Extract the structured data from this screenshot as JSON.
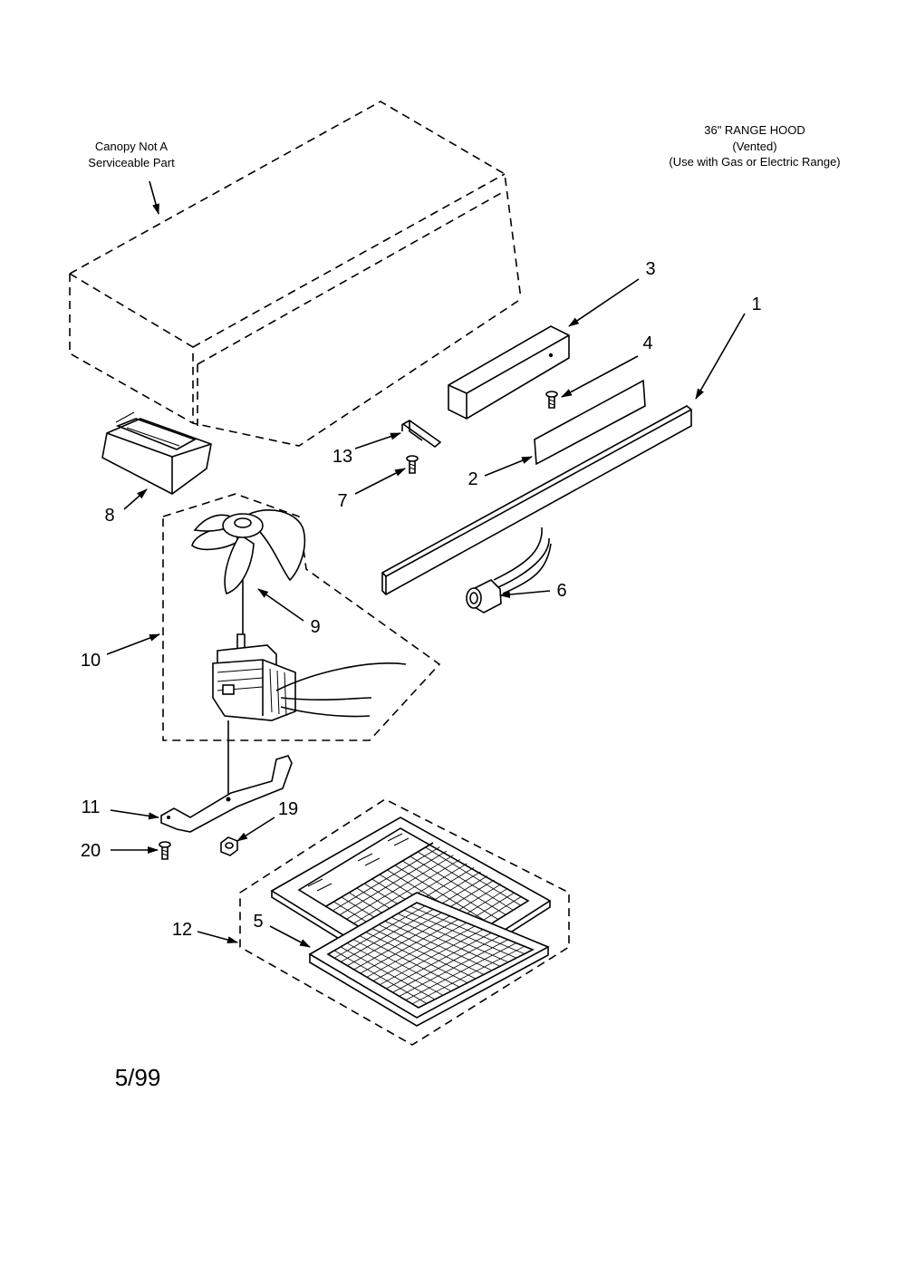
{
  "canopy_note": {
    "line1": "Canopy Not A",
    "line2": "Serviceable Part"
  },
  "title": {
    "line1": "36\" RANGE HOOD",
    "line2": "(Vented)",
    "line3": "(Use with Gas or Electric Range)"
  },
  "callouts": {
    "c1": "1",
    "c2": "2",
    "c3": "3",
    "c4": "4",
    "c5": "5",
    "c6": "6",
    "c7": "7",
    "c8": "8",
    "c9": "9",
    "c10": "10",
    "c11": "11",
    "c12": "12",
    "c13": "13",
    "c19": "19",
    "c20": "20"
  },
  "date_code": "5/99"
}
